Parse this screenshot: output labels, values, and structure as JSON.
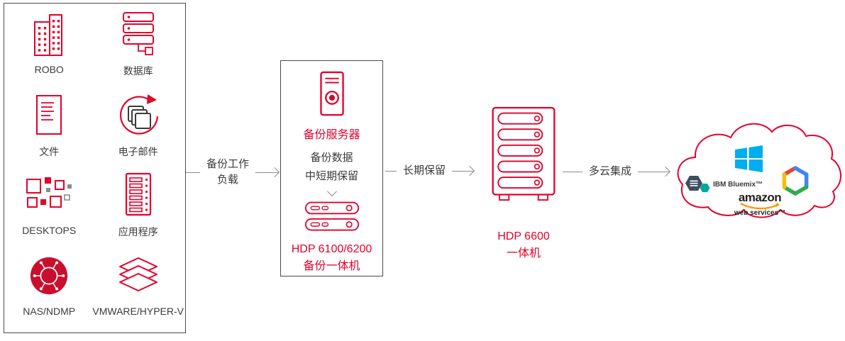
{
  "palette": {
    "red": "#e4002b",
    "dark_red": "#c8102e",
    "dark": "#3a3a3a",
    "gray": "#8c8c8c",
    "windows_blue": "#00adef",
    "amazon_orange": "#ff9900"
  },
  "sources_panel": {
    "items": [
      {
        "label": "ROBO",
        "icon": "building-icon"
      },
      {
        "label": "数据库",
        "icon": "database-icon"
      },
      {
        "label": "文件",
        "icon": "file-icon"
      },
      {
        "label": "电子邮件",
        "icon": "email-icon"
      },
      {
        "label": "DESKTOPS",
        "icon": "desktops-icon"
      },
      {
        "label": "应用程序",
        "icon": "applications-icon"
      },
      {
        "label": "NAS/NDMP",
        "icon": "nas-globe-icon"
      },
      {
        "label": "VMWARE/HYPER-V",
        "icon": "vm-layers-icon"
      }
    ]
  },
  "arrows": {
    "workload": {
      "line1": "备份工作",
      "line2": "负载"
    },
    "long_term": {
      "label": "长期保留"
    },
    "multicloud": {
      "label": "多云集成"
    }
  },
  "backup_appliance_box": {
    "server_label": "备份服务器",
    "retention_line1": "备份数据",
    "retention_line2": "中短期保留",
    "product_line1": "HDP 6100/6200",
    "product_line2": "备份一体机"
  },
  "hdp_6600": {
    "product_line1": "HDP 6600",
    "product_line2": "一体机"
  },
  "cloud": {
    "ibm_label": "IBM Bluemix™",
    "amazon_line1": "amazon",
    "amazon_line2": "web services™"
  }
}
